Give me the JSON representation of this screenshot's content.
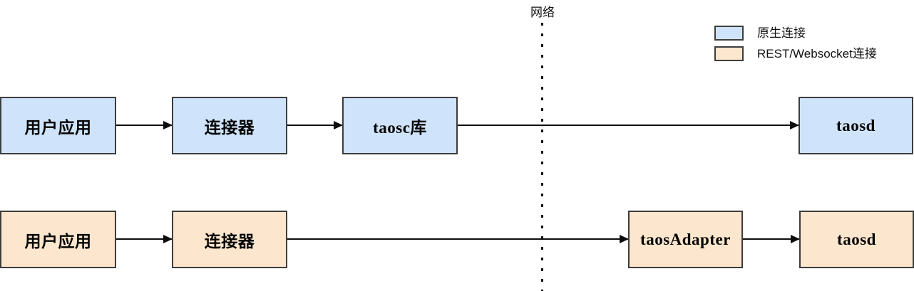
{
  "network_divider": {
    "label": "网络"
  },
  "legend": {
    "items": [
      {
        "type": "native",
        "label": "原生连接"
      },
      {
        "type": "rest",
        "label": "REST/Websocket连接"
      }
    ]
  },
  "colors": {
    "native_fill": "#cfe4fa",
    "rest_fill": "#fce6cd",
    "border": "#3d3d3d",
    "line": "#0d0d0d"
  },
  "rows": {
    "native": {
      "app": "用户应用",
      "connector": "连接器",
      "taosc": "taosc库",
      "taosd": "taosd"
    },
    "rest": {
      "app": "用户应用",
      "connector": "连接器",
      "adapter": "taosAdapter",
      "taosd": "taosd"
    }
  }
}
